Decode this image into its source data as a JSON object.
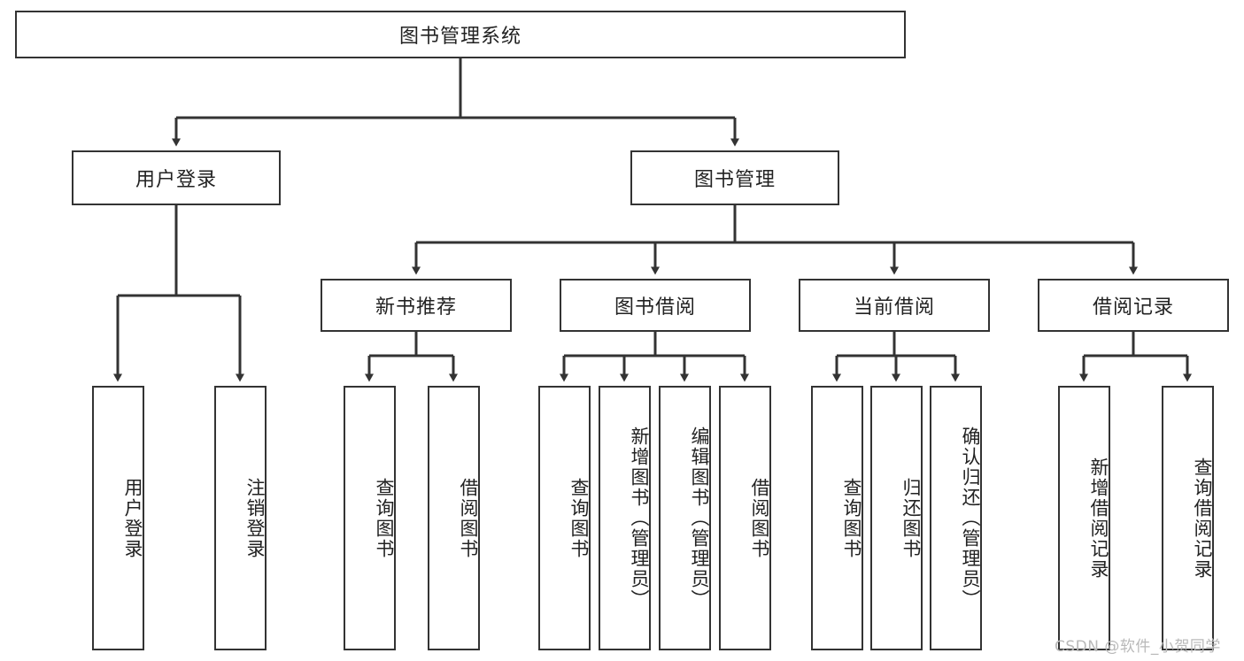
{
  "diagram": {
    "title": "图书管理系统",
    "type": "hierarchy-tree",
    "watermark": "CSDN @软件_小贺同学",
    "colors": {
      "box_border": "#333333",
      "box_fill": "#ffffff",
      "connector": "#333333",
      "text": "#222222",
      "watermark": "#b9b9b9",
      "background": "#ffffff"
    },
    "nodes": {
      "root": {
        "label": "图书管理系统",
        "level": 1,
        "orientation": "horizontal"
      },
      "level2": [
        {
          "id": "user-login",
          "label": "用户登录",
          "orientation": "horizontal"
        },
        {
          "id": "book-manage",
          "label": "图书管理",
          "orientation": "horizontal"
        }
      ],
      "level3": [
        {
          "id": "new-book-recommend",
          "label": "新书推荐",
          "orientation": "horizontal"
        },
        {
          "id": "book-borrow",
          "label": "图书借阅",
          "orientation": "horizontal"
        },
        {
          "id": "current-borrow",
          "label": "当前借阅",
          "orientation": "horizontal"
        },
        {
          "id": "borrow-record",
          "label": "借阅记录",
          "orientation": "horizontal"
        }
      ],
      "leaves": {
        "user-login": [
          {
            "id": "leaf-user-login",
            "label": "用户登录"
          },
          {
            "id": "leaf-logout-login",
            "label": "注销登录"
          }
        ],
        "new-book-recommend": [
          {
            "id": "leaf-query-book-1",
            "label": "查询图书"
          },
          {
            "id": "leaf-borrow-book-1",
            "label": "借阅图书"
          }
        ],
        "book-borrow": [
          {
            "id": "leaf-query-book-2",
            "label": "查询图书"
          },
          {
            "id": "leaf-add-book",
            "label": "新增图书（管理员）"
          },
          {
            "id": "leaf-edit-book",
            "label": "编辑图书（管理员）"
          },
          {
            "id": "leaf-borrow-book-2",
            "label": "借阅图书"
          }
        ],
        "current-borrow": [
          {
            "id": "leaf-query-book-3",
            "label": "查询图书"
          },
          {
            "id": "leaf-return-book",
            "label": "归还图书"
          },
          {
            "id": "leaf-confirm-return",
            "label": "确认归还（管理员）"
          }
        ],
        "borrow-record": [
          {
            "id": "leaf-add-record",
            "label": "新增借阅记录"
          },
          {
            "id": "leaf-query-record",
            "label": "查询借阅记录"
          }
        ]
      }
    }
  }
}
